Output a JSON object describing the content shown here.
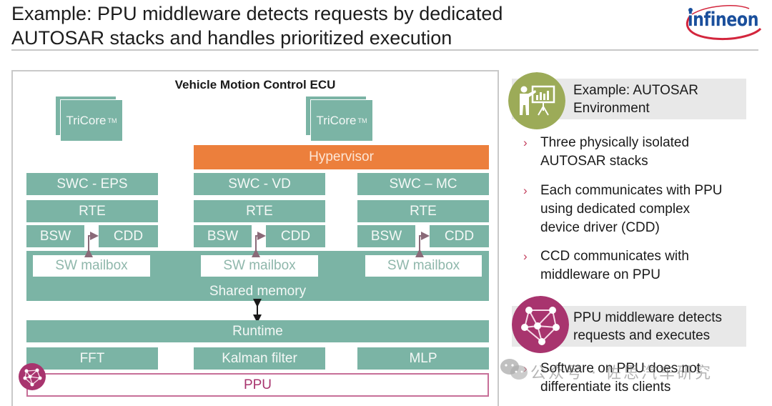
{
  "header": {
    "title_line1": "Example: PPU middleware detects requests by dedicated",
    "title_line2": "AUTOSAR stacks and handles prioritized execution",
    "logo_text": "infineon"
  },
  "diagram": {
    "title": "Vehicle Motion Control ECU",
    "cores": [
      {
        "label": "TriCore",
        "tm": "TM"
      },
      {
        "label": "TriCore",
        "tm": "TM"
      }
    ],
    "hypervisor": "Hypervisor",
    "stacks": [
      {
        "swc": "SWC - EPS",
        "rte": "RTE",
        "bsw": "BSW",
        "cdd": "CDD",
        "mailbox": "SW mailbox"
      },
      {
        "swc": "SWC - VD",
        "rte": "RTE",
        "bsw": "BSW",
        "cdd": "CDD",
        "mailbox": "SW mailbox"
      },
      {
        "swc": "SWC – MC",
        "rte": "RTE",
        "bsw": "BSW",
        "cdd": "CDD",
        "mailbox": "SW mailbox"
      }
    ],
    "shared_memory": "Shared memory",
    "runtime": "Runtime",
    "algorithms": [
      "FFT",
      "Kalman filter",
      "MLP"
    ],
    "ppu": "PPU",
    "colors": {
      "block": "#7bb4a5",
      "hypervisor": "#ec7f3c",
      "ppu": "#a8346e",
      "arrow": "#8a6a78"
    }
  },
  "side_panel": {
    "section1": {
      "icon": "presenter-chart-icon",
      "heading_line1": "Example: AUTOSAR",
      "heading_line2": "Environment",
      "bullets": [
        [
          "Three physically isolated",
          "AUTOSAR stacks"
        ],
        [
          "Each communicates with PPU",
          "using dedicated complex",
          "device driver (CDD)"
        ],
        [
          "CCD communicates with",
          "middleware on PPU"
        ]
      ]
    },
    "section2": {
      "icon": "network-graph-icon",
      "heading_line1": "PPU middleware detects",
      "heading_line2": "requests and executes",
      "bullets": [
        [
          "Software on PPU does not",
          "differentiate its clients"
        ]
      ]
    },
    "colors": {
      "section1_icon": "#9cab58",
      "section2_icon": "#a8346e",
      "bullet_marker": "#c23b5a"
    }
  },
  "watermark": "公众号 · 佐思汽车研究"
}
